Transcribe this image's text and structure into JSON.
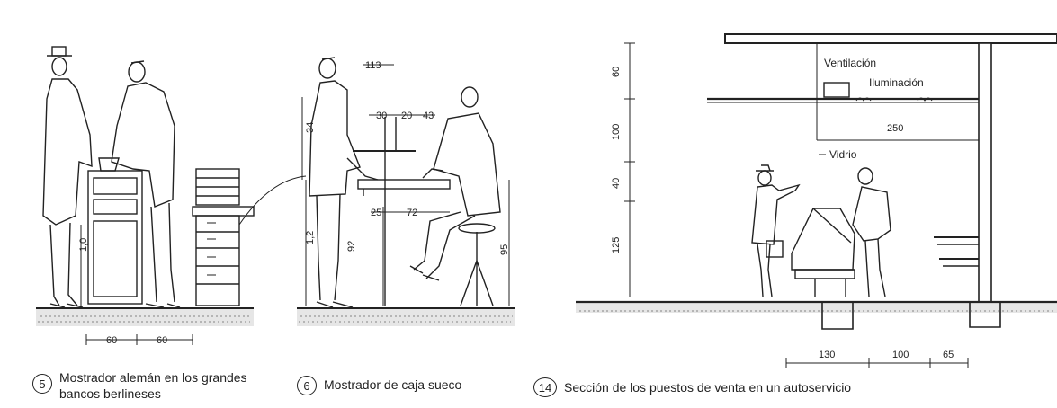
{
  "figure5": {
    "dims": {
      "left": "60",
      "right": "60",
      "height": "1,0"
    },
    "caption": {
      "number": "5",
      "line1": "Mostrador alemán en los grandes",
      "line2": "bancos berlineses"
    }
  },
  "figure6": {
    "dims": {
      "top": "113",
      "a": "30",
      "b": "20",
      "c": "43",
      "d": "34",
      "e": "25",
      "f": "72",
      "g": "1,2",
      "h": "92",
      "i": "95"
    },
    "caption": {
      "number": "6",
      "text": "Mostrador de caja sueco"
    }
  },
  "figure14": {
    "dims": {
      "v1": "60",
      "v2": "100",
      "v3": "40",
      "v4": "125",
      "width": "250",
      "b1": "130",
      "b2": "100",
      "b3": "65"
    },
    "labels": {
      "ventilacion": "Ventilación",
      "iluminacion": "Iluminación",
      "vidrio": "Vidrio"
    },
    "caption": {
      "number": "14",
      "text": "Sección de los puestos de venta en un autoservicio"
    }
  }
}
